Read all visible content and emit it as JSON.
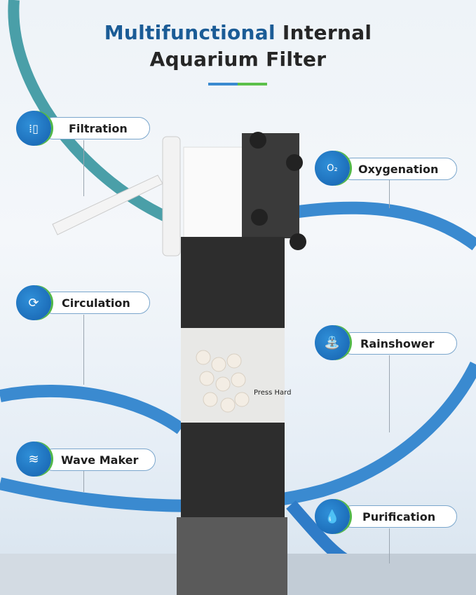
{
  "title": {
    "accent": "Multifunctional",
    "rest": " Internal",
    "line2": "Aquarium Filter"
  },
  "colors": {
    "accent": "#1b5c96",
    "blue": "#3a8ad0",
    "green": "#5cc04a",
    "teal": "#4a9fa8"
  },
  "features": [
    {
      "label": "Filtration",
      "icon": "filtration-icon"
    },
    {
      "label": "Oxygenation",
      "icon": "oxygen-icon"
    },
    {
      "label": "Circulation",
      "icon": "circulation-icon"
    },
    {
      "label": "Rainshower",
      "icon": "shower-icon"
    },
    {
      "label": "Wave Maker",
      "icon": "wave-icon"
    },
    {
      "label": "Purification",
      "icon": "purification-icon"
    }
  ],
  "product": {
    "cartridge_text": "Press Hard"
  }
}
